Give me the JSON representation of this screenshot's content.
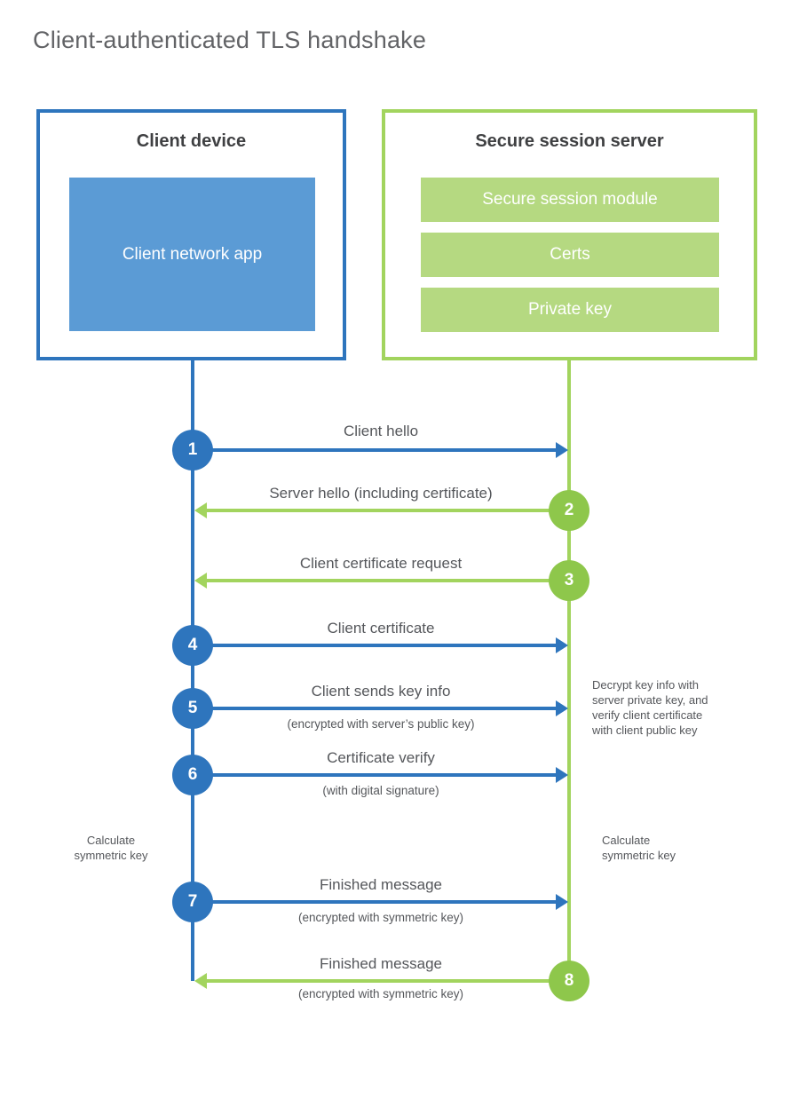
{
  "title": "Client-authenticated TLS handshake",
  "colors": {
    "blue": "#2e75bd",
    "blue_fill": "#5b9bd5",
    "green_line": "#a2d45e",
    "green_circle": "#8ec74b",
    "green_bar": "#b5d981",
    "text": "#55575b"
  },
  "client": {
    "title": "Client device",
    "app_label": "Client network app"
  },
  "server": {
    "title": "Secure session server",
    "modules": {
      "0": "Secure session module",
      "1": "Certs",
      "2": "Private key"
    }
  },
  "messages": {
    "0": {
      "num": "1",
      "label": "Client hello"
    },
    "1": {
      "num": "2",
      "label": "Server hello (including certificate)"
    },
    "2": {
      "num": "3",
      "label": "Client certificate request"
    },
    "3": {
      "num": "4",
      "label": "Client certificate"
    },
    "4": {
      "num": "5",
      "label": "Client sends key info",
      "sub": "(encrypted with server’s public key)"
    },
    "5": {
      "num": "6",
      "label": "Certificate verify",
      "sub": "(with digital signature)"
    },
    "6": {
      "num": "7",
      "label": "Finished message",
      "sub": "(encrypted with symmetric key)"
    },
    "7": {
      "num": "8",
      "label": "Finished message",
      "sub": "(encrypted with symmetric key)"
    }
  },
  "notes": {
    "decrypt": "Decrypt key info with\nserver private key, and\nverify client certificate\nwith client public key",
    "calc_left": "Calculate\nsymmetric key",
    "calc_right": "Calculate\nsymmetric key"
  }
}
